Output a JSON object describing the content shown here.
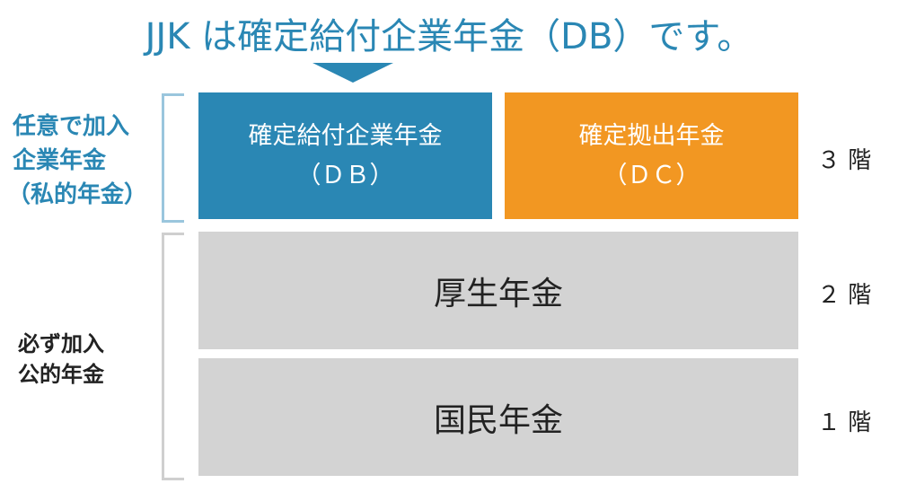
{
  "title": "JJK は確定給付企業年金（DB）です。",
  "colors": {
    "primary": "#2a87b4",
    "accent": "#f29722",
    "public": "#d3d3d3"
  },
  "optional": {
    "lines": [
      "任意で加入",
      "企業年金",
      "（私的年金）"
    ]
  },
  "mandatory": {
    "lines": [
      "必ず加入",
      "公的年金"
    ]
  },
  "tiers": {
    "db": {
      "name": "確定給付企業年金",
      "abbr": "（ＤＢ）"
    },
    "dc": {
      "name": "確定拠出年金",
      "abbr": "（ＤＣ）"
    },
    "kosei": "厚生年金",
    "kokumin": "国民年金"
  },
  "levels": [
    "３ 階",
    "２ 階",
    "１ 階"
  ]
}
